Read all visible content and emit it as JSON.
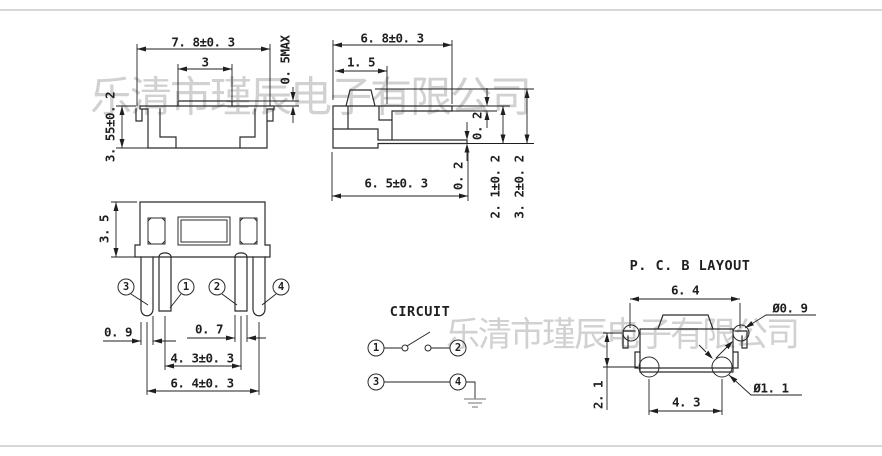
{
  "colors": {
    "line": "#2b2b2b",
    "dim": "#1f1f1f",
    "watermark": "#c9c9c9",
    "border": "#b0b0b0",
    "ground": "#8e8e8e"
  },
  "watermark": {
    "company_top": "乐清市瑾辰电子有限公司",
    "company_bottom": "乐清市瑾辰电子有限公司"
  },
  "front_view": {
    "overall_width": "7. 8±0. 3",
    "button_width": "3",
    "button_height": "0. 5MAX",
    "body_height": "3. 55±0. 2"
  },
  "side_view": {
    "overall_width": "6. 8±0. 3",
    "button_offset": "1. 5",
    "cover_thickness": "0. 2",
    "lead_thickness": "0. 2",
    "body_height": "2. 1±0. 2",
    "overall_height": "3. 2±0. 2",
    "base_width": "6. 5±0. 3"
  },
  "bottom_view": {
    "body_depth": "3. 5",
    "outer_pin_width": "0. 9",
    "inner_pin_width": "0. 7",
    "inner_pin_pitch": "4. 3±0. 3",
    "outer_pin_pitch": "6. 4±0. 3",
    "pin_labels": {
      "p1": "1",
      "p2": "2",
      "p3": "3",
      "p4": "4"
    }
  },
  "circuit": {
    "title": "CIRCUIT",
    "t1": "1",
    "t2": "2",
    "t3": "3",
    "t4": "4"
  },
  "pcb_layout": {
    "title": "P. C. B LAYOUT",
    "width": "6. 4",
    "row_pitch": "2. 1",
    "hole_pitch": "4. 3",
    "small_hole_dia": "Ø0. 9",
    "large_hole_dia": "Ø1. 1"
  }
}
